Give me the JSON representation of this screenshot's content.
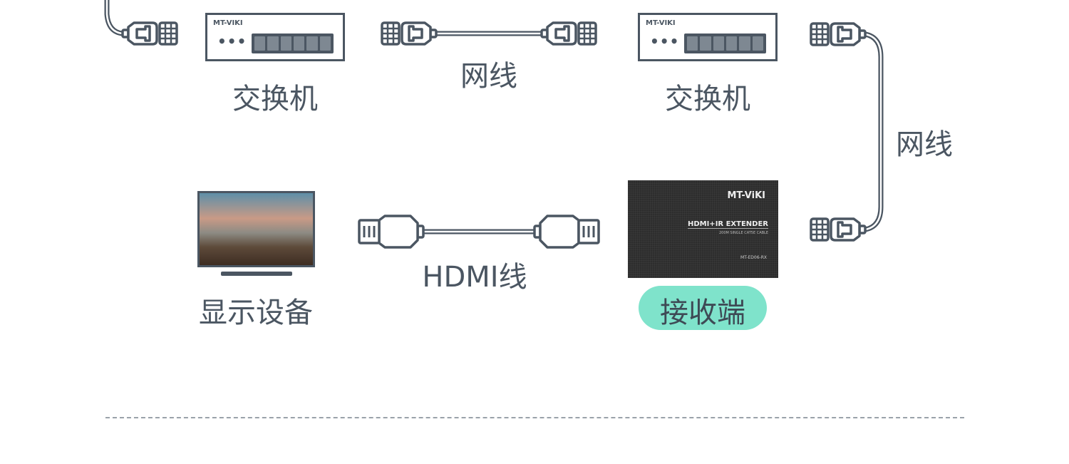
{
  "switches": [
    {
      "label": "交换机",
      "brand": "MT-VIKI"
    },
    {
      "label": "交换机",
      "brand": "MT-VIKI"
    }
  ],
  "cables": {
    "network_top": "网线",
    "network_right": "网线",
    "hdmi": "HDMI线"
  },
  "display": {
    "label": "显示设备"
  },
  "receiver": {
    "label": "接收端",
    "brand": "MT-ViKI",
    "title": "HDMI+IR EXTENDER",
    "subtitle": "200M SINGLE CAT5E CABLE",
    "model": "MT-ED06-RX"
  },
  "colors": {
    "line": "#4b5662",
    "accent": "#7fe3cb"
  }
}
